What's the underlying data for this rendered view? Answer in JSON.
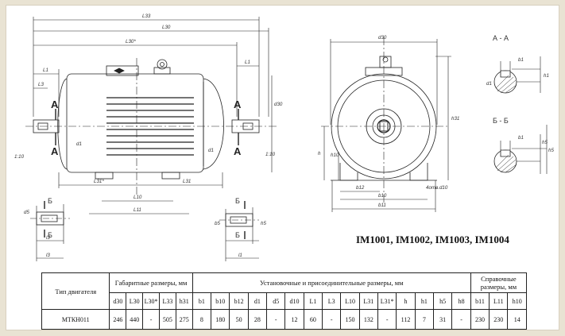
{
  "drawing": {
    "side_view_dims": {
      "L33": "L33",
      "L30": "L30",
      "L30_star": "L30*",
      "L1_left": "L1",
      "L1_right": "L1",
      "L3": "L3",
      "L31_star": "L31*",
      "L31": "L31",
      "L10": "L10",
      "L11": "L11",
      "d1_left": "d1",
      "d1_right": "d1",
      "d30": "d30",
      "taper_left": "1:10",
      "taper_right": "1:10",
      "section_A": "A",
      "section_B": "Б"
    },
    "front_view_dims": {
      "d30": "d30",
      "h31": "h31",
      "h": "h",
      "h10": "h10",
      "b12": "b12",
      "b10": "b10",
      "b11": "b11",
      "holes": "4отв.d10"
    },
    "shaft_detail_dims": {
      "d5": "d5",
      "l3_top": "l3",
      "l3_bottom": "l3",
      "b5": "b5",
      "h5": "h5",
      "l1": "l1"
    },
    "sections": {
      "a_a": "А - А",
      "b_b": "Б - Б",
      "a_labels": [
        "b1",
        "d1",
        "h1"
      ],
      "b_labels": [
        "b1",
        "h5",
        "h5"
      ]
    }
  },
  "models_caption": "IM1001, IM1002, IM1003, IM1004",
  "table": {
    "type_header": "Тип двигателя",
    "gabarit_header": "Габаритные размеры, мм",
    "install_header": "Установочные и присоединительные размеры, мм",
    "ref_header": "Справочные размеры, мм",
    "gabarit_cols": [
      "d30",
      "L30",
      "L30*",
      "L33",
      "h31"
    ],
    "install_cols": [
      "b1",
      "b10",
      "b12",
      "d1",
      "d5",
      "d10",
      "L1",
      "L3",
      "L10",
      "L31",
      "L31*",
      "h",
      "h1",
      "h5",
      "h8"
    ],
    "ref_cols": [
      "b11",
      "L11",
      "h10"
    ],
    "row": {
      "type": "МТКН011",
      "gabarit": [
        "246",
        "440",
        "-",
        "505",
        "275"
      ],
      "install": [
        "8",
        "180",
        "50",
        "28",
        "-",
        "12",
        "60",
        "-",
        "150",
        "132",
        "-",
        "112",
        "7",
        "31",
        "-"
      ],
      "ref": [
        "230",
        "230",
        "14"
      ]
    }
  }
}
